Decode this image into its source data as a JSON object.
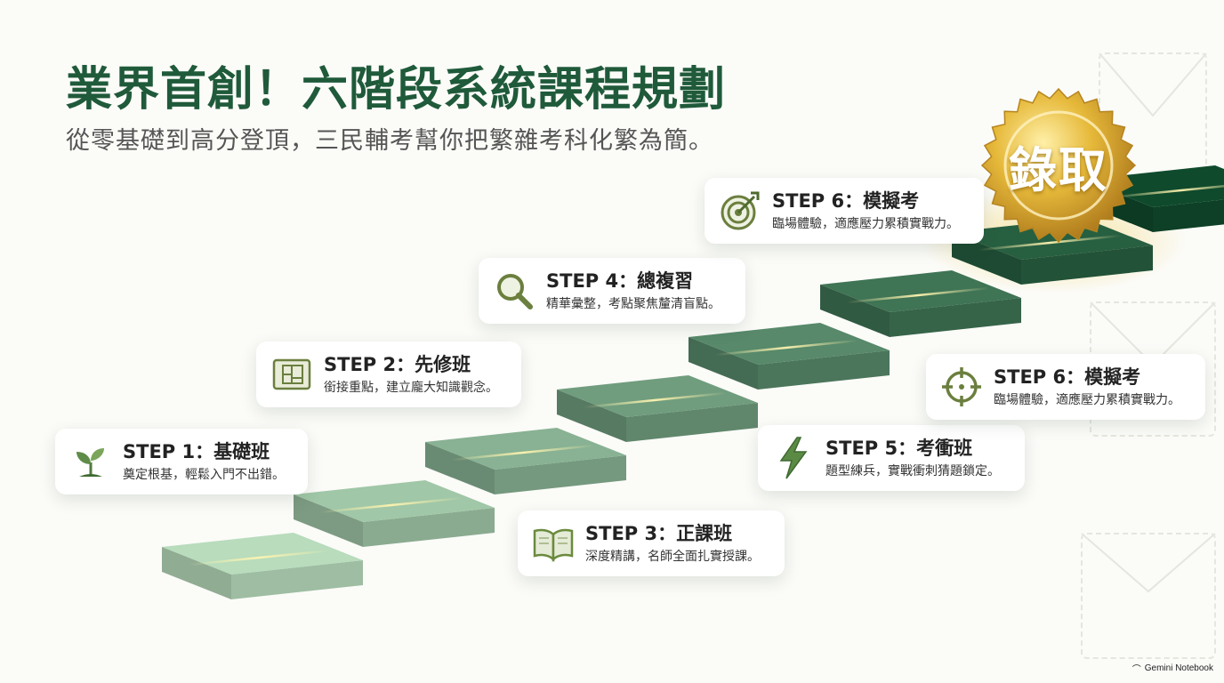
{
  "header": {
    "title": "業界首創！六階段系統課程規劃",
    "subtitle": "從零基礎到高分登頂，三民輔考幫你把繁雜考科化繁為簡。"
  },
  "steps": [
    {
      "step": "STEP 1：基礎班",
      "desc": "奠定根基，輕鬆入門不出錯。",
      "icon": "sprout-icon"
    },
    {
      "step": "STEP 2：先修班",
      "desc": "銜接重點，建立龐大知識觀念。",
      "icon": "blueprint-icon"
    },
    {
      "step": "STEP 3：正課班",
      "desc": "深度精講，名師全面扎實授課。",
      "icon": "book-icon"
    },
    {
      "step": "STEP 4：總複習",
      "desc": "精華彙整，考點聚焦釐清盲點。",
      "icon": "magnifier-icon"
    },
    {
      "step": "STEP 5：考衝班",
      "desc": "題型練兵，實戰衝刺猜題鎖定。",
      "icon": "lightning-icon"
    },
    {
      "step": "STEP 6：模擬考",
      "desc": "臨場體驗，適應壓力累積實戰力。",
      "icon": "crosshair-icon"
    },
    {
      "step": "STEP 6：模擬考",
      "desc": "臨場體驗，適應壓力累積實戰力。",
      "icon": "target-icon"
    }
  ],
  "medal": {
    "label": "錄取"
  },
  "footer": {
    "label": "Gemini Notebook"
  },
  "colors": {
    "title": "#1f5a3a",
    "stair_light": "#b8dcbc",
    "stair_dark": "#0f4a2c",
    "gold": "#d4a22a",
    "icon_green": "#4e7a3e"
  }
}
